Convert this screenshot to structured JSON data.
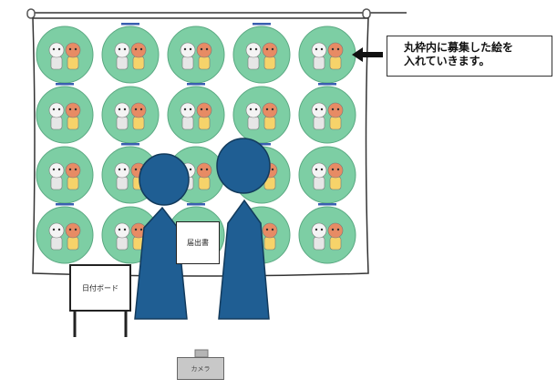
{
  "callout": {
    "line1": "丸枠内に募集した絵を",
    "line2": "入れていきます。"
  },
  "board": {
    "label": "日付ボード"
  },
  "application": {
    "label": "届出書"
  },
  "camera": {
    "label": "カメラ"
  },
  "colors": {
    "circle_fill": "#7dcea4",
    "figure": "#1f5e93",
    "figure_outline": "#123a5c",
    "banner_bg": "#ffffff",
    "arrow": "#111111",
    "camera": "#c8c8c8"
  },
  "grid": {
    "rows": 4,
    "cols": 5
  }
}
